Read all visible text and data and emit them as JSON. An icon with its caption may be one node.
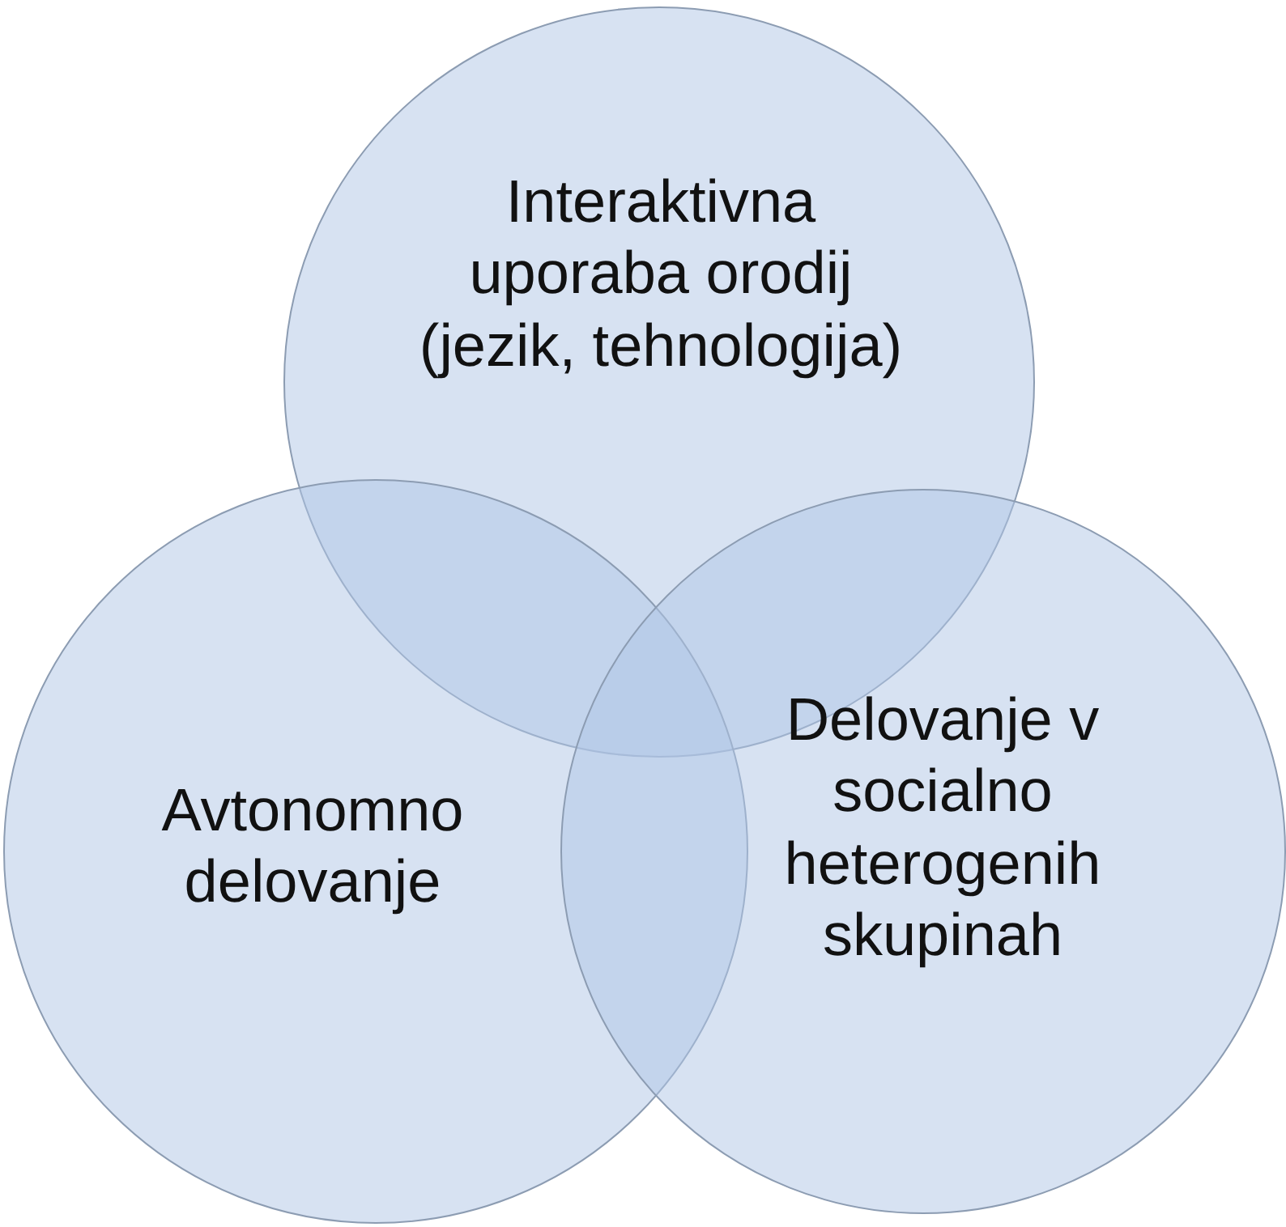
{
  "diagram": {
    "nodes": [
      {
        "text": [
          "Interaktivna uporaba orodij (jezik, tehnologija)"
        ]
      },
      {
        "text": [
          "Avtonomno delovanje"
        ]
      },
      {
        "text": [
          "Delovanje v socialno heterogenih skupinah"
        ]
      }
    ]
  }
}
